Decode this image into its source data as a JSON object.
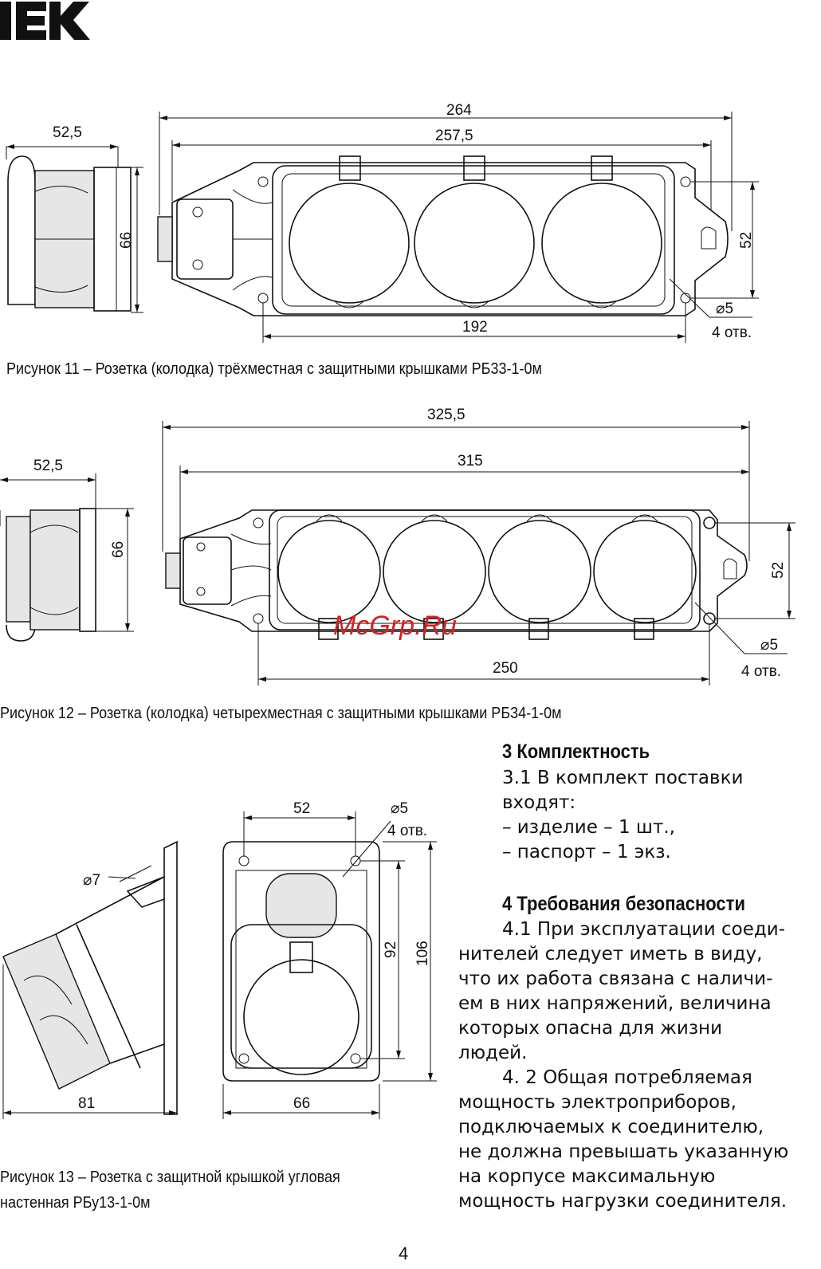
{
  "brand": {
    "logo_text": "IEK"
  },
  "figure11": {
    "caption": "Рисунок 11 – Розетка (колодка) трёхместная с защитными крышками РБ33-1-0м",
    "dims": {
      "d264": "264",
      "d257": "257,5",
      "d52_5": "52,5",
      "d66": "66",
      "d52": "52",
      "d192": "192",
      "hole": "⌀5",
      "holes_count": "4 отв."
    }
  },
  "figure12": {
    "caption": "Рисунок 12 – Розетка (колодка) четырехместная с защитными крышками РБ34-1-0м",
    "dims": {
      "d325": "325,5",
      "d315": "315",
      "d52_5": "52,5",
      "d66": "66",
      "d52": "52",
      "d250": "250",
      "hole": "⌀5",
      "holes_count": "4 отв."
    }
  },
  "figure13": {
    "caption_line1": "Рисунок 13 – Розетка с защитной крышкой угловая",
    "caption_line2": "настенная РБу13-1-0м",
    "dims": {
      "d52": "52",
      "hole": "⌀5",
      "holes_count": "4 отв.",
      "d7": "⌀7",
      "d92": "92",
      "d106": "106",
      "d81": "81",
      "d66": "66"
    }
  },
  "section3": {
    "heading": "3  Комплектность",
    "lines": [
      "3.1  В комплект поставки",
      "входят:",
      "– изделие – 1 шт.,",
      "– паспорт – 1 экз."
    ]
  },
  "section4": {
    "heading": "4  Требования безопасности",
    "lines": [
      "4.1 При эксплуатации соеди-",
      "нителей следует иметь в виду,",
      "что их работа связана с наличи-",
      "ем в них напряжений, величина",
      "которых опасна для жизни",
      "людей.",
      "4. 2  Общая потребляемая",
      "мощность электроприборов,",
      "подключаемых к соединителю,",
      "не должна превышать указанную",
      "на корпусе максимальную",
      "мощность нагрузки соединителя."
    ]
  },
  "watermark": "McGrp.Ru",
  "page_number": "4"
}
